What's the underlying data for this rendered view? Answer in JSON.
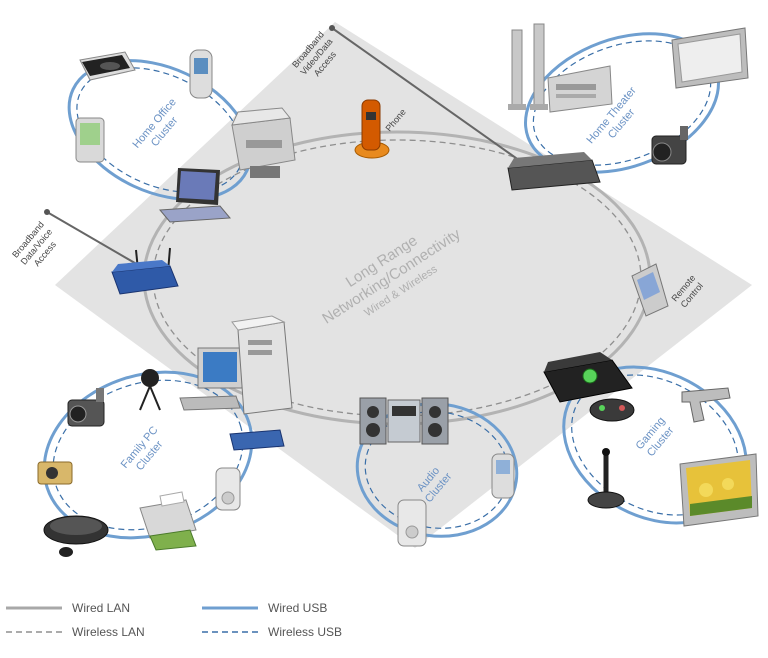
{
  "center": {
    "line1": "Long Range",
    "line2": "Networking/Connectivity",
    "line3": "Wired & Wireless"
  },
  "clusters": {
    "home_office": [
      "Home Office",
      "Cluster"
    ],
    "home_theater": [
      "Home Theater",
      "Cluster"
    ],
    "family_pc": [
      "Family PC",
      "Cluster"
    ],
    "audio": [
      "Audio",
      "Cluster"
    ],
    "gaming": [
      "Gaming",
      "Cluster"
    ]
  },
  "labels": {
    "phone": "Phone",
    "remote": [
      "Remote",
      "Control"
    ],
    "broadband_video": [
      "Broadband",
      "Video/Data",
      "Access"
    ],
    "broadband_voice": [
      "Broadband",
      "Data/Voice",
      "Access"
    ]
  },
  "legend": {
    "wired_lan": "Wired LAN",
    "wireless_lan": "Wireless LAN",
    "wired_usb": "Wired USB",
    "wireless_usb": "Wireless USB"
  },
  "colors": {
    "lan": "#a8a8a8",
    "usb": "#6f9fd0",
    "diamond": "#e3e3e3",
    "label_blue": "#6b92c4",
    "label_gray": "#b0b0b0"
  }
}
